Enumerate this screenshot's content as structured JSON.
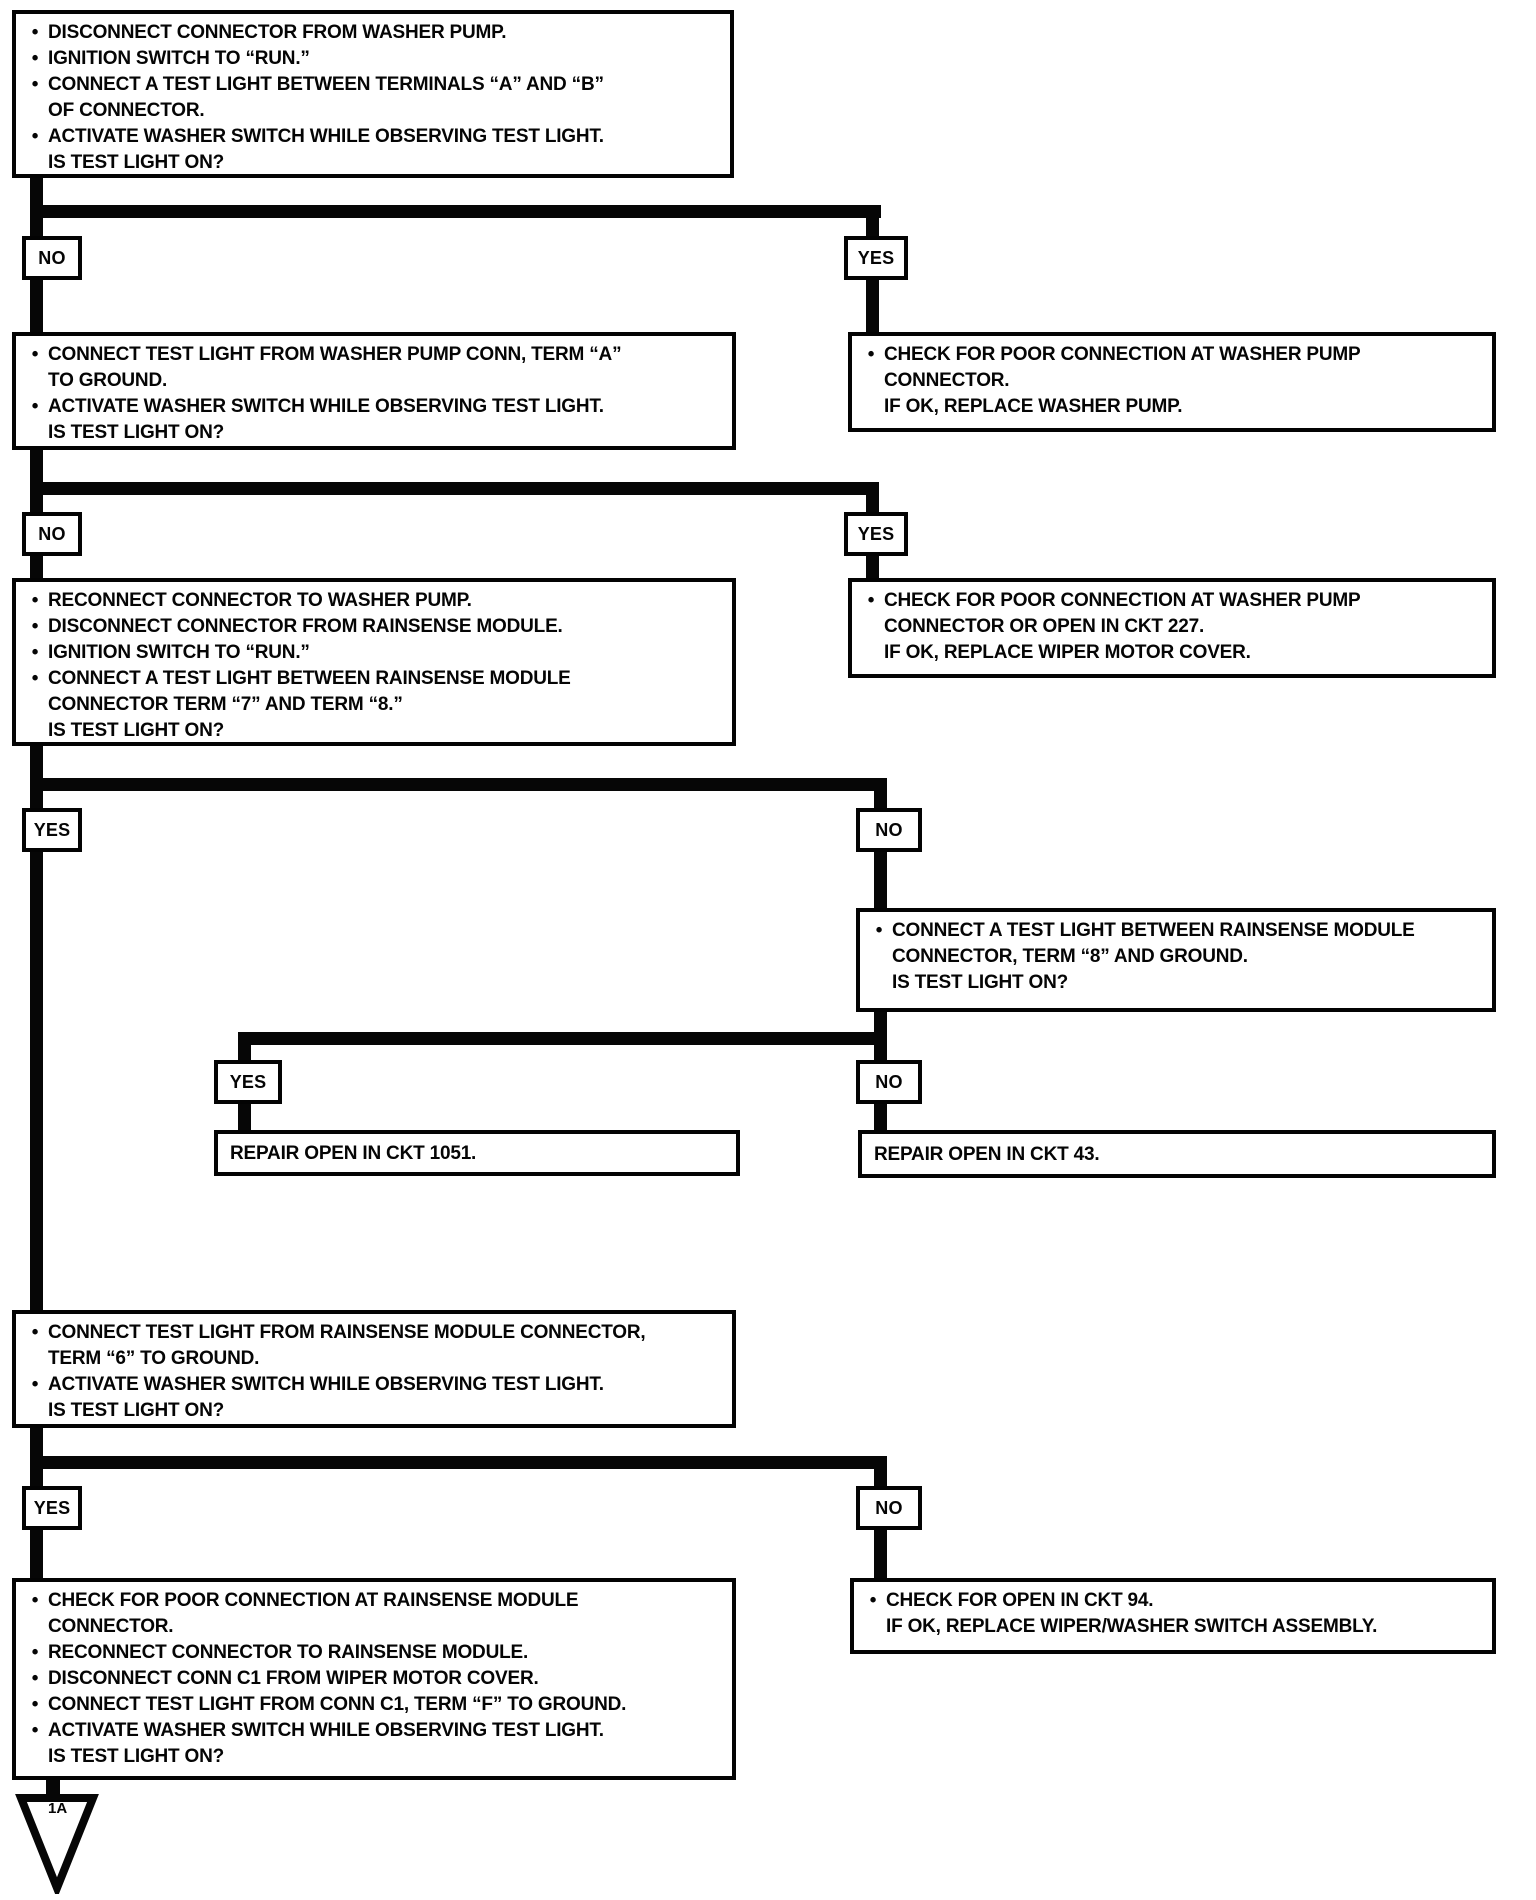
{
  "page": {
    "background": "#ffffff",
    "ink": "#060606"
  },
  "branches": {
    "b1": {
      "left": "NO",
      "right": "YES"
    },
    "b2": {
      "left": "NO",
      "right": "YES"
    },
    "b3": {
      "left": "YES",
      "right": "NO"
    },
    "b4": {
      "left": "YES",
      "right": "NO"
    },
    "b5": {
      "left": "YES",
      "right": "NO"
    }
  },
  "boxes": {
    "start": {
      "lines": [
        {
          "bullet": true,
          "text": "DISCONNECT CONNECTOR FROM WASHER PUMP."
        },
        {
          "bullet": true,
          "text": "IGNITION SWITCH TO “RUN.”"
        },
        {
          "bullet": true,
          "text": "CONNECT A TEST LIGHT BETWEEN TERMINALS “A” AND “B”"
        },
        {
          "bullet": false,
          "text": "OF CONNECTOR."
        },
        {
          "bullet": true,
          "text": "ACTIVATE WASHER SWITCH WHILE OBSERVING TEST LIGHT."
        },
        {
          "bullet": false,
          "text": "IS TEST LIGHT ON?"
        }
      ]
    },
    "left2": {
      "lines": [
        {
          "bullet": true,
          "text": "CONNECT TEST LIGHT FROM WASHER PUMP CONN, TERM “A”"
        },
        {
          "bullet": false,
          "text": "TO GROUND."
        },
        {
          "bullet": true,
          "text": "ACTIVATE WASHER SWITCH WHILE OBSERVING TEST LIGHT."
        },
        {
          "bullet": false,
          "text": "IS TEST LIGHT ON?"
        }
      ]
    },
    "right1": {
      "lines": [
        {
          "bullet": true,
          "text": "CHECK FOR POOR CONNECTION AT WASHER PUMP"
        },
        {
          "bullet": false,
          "text": "CONNECTOR."
        },
        {
          "bullet": false,
          "text": "IF OK, REPLACE WASHER PUMP."
        }
      ]
    },
    "left3": {
      "lines": [
        {
          "bullet": true,
          "text": "RECONNECT CONNECTOR TO WASHER PUMP."
        },
        {
          "bullet": true,
          "text": "DISCONNECT CONNECTOR FROM RAINSENSE MODULE."
        },
        {
          "bullet": true,
          "text": "IGNITION SWITCH TO “RUN.”"
        },
        {
          "bullet": true,
          "text": "CONNECT A TEST LIGHT BETWEEN RAINSENSE MODULE"
        },
        {
          "bullet": false,
          "text": "CONNECTOR TERM “7” AND TERM “8.”"
        },
        {
          "bullet": false,
          "text": "IS TEST LIGHT ON?"
        }
      ]
    },
    "right2": {
      "lines": [
        {
          "bullet": true,
          "text": "CHECK FOR POOR CONNECTION AT WASHER PUMP"
        },
        {
          "bullet": false,
          "text": "CONNECTOR OR OPEN IN CKT 227."
        },
        {
          "bullet": false,
          "text": "IF OK, REPLACE WIPER MOTOR COVER."
        }
      ]
    },
    "right3": {
      "lines": [
        {
          "bullet": true,
          "text": "CONNECT A TEST LIGHT BETWEEN RAINSENSE MODULE"
        },
        {
          "bullet": false,
          "text": "CONNECTOR, TERM “8” AND GROUND."
        },
        {
          "bullet": false,
          "text": "IS TEST LIGHT ON?"
        }
      ]
    },
    "repair1051": {
      "lines": [
        {
          "bullet": false,
          "text": "REPAIR OPEN IN CKT 1051."
        }
      ]
    },
    "repair43": {
      "lines": [
        {
          "bullet": false,
          "text": "REPAIR OPEN IN CKT 43."
        }
      ]
    },
    "left4": {
      "lines": [
        {
          "bullet": true,
          "text": "CONNECT TEST LIGHT FROM RAINSENSE MODULE CONNECTOR,"
        },
        {
          "bullet": false,
          "text": "TERM “6” TO GROUND."
        },
        {
          "bullet": true,
          "text": "ACTIVATE WASHER SWITCH WHILE OBSERVING TEST LIGHT."
        },
        {
          "bullet": false,
          "text": "IS TEST LIGHT ON?"
        }
      ]
    },
    "left5": {
      "lines": [
        {
          "bullet": true,
          "text": "CHECK FOR POOR CONNECTION AT RAINSENSE MODULE"
        },
        {
          "bullet": false,
          "text": "CONNECTOR."
        },
        {
          "bullet": true,
          "text": "RECONNECT CONNECTOR TO RAINSENSE MODULE."
        },
        {
          "bullet": true,
          "text": "DISCONNECT CONN C1 FROM WIPER MOTOR COVER."
        },
        {
          "bullet": true,
          "text": "CONNECT TEST LIGHT FROM CONN C1, TERM “F” TO GROUND."
        },
        {
          "bullet": true,
          "text": "ACTIVATE WASHER SWITCH WHILE OBSERVING TEST LIGHT."
        },
        {
          "bullet": false,
          "text": "IS TEST LIGHT ON?"
        }
      ]
    },
    "right4": {
      "lines": [
        {
          "bullet": true,
          "text": "CHECK FOR OPEN IN CKT 94."
        },
        {
          "bullet": false,
          "text": "IF OK, REPLACE WIPER/WASHER SWITCH ASSEMBLY."
        }
      ]
    }
  },
  "offpage": {
    "label": "1A"
  }
}
